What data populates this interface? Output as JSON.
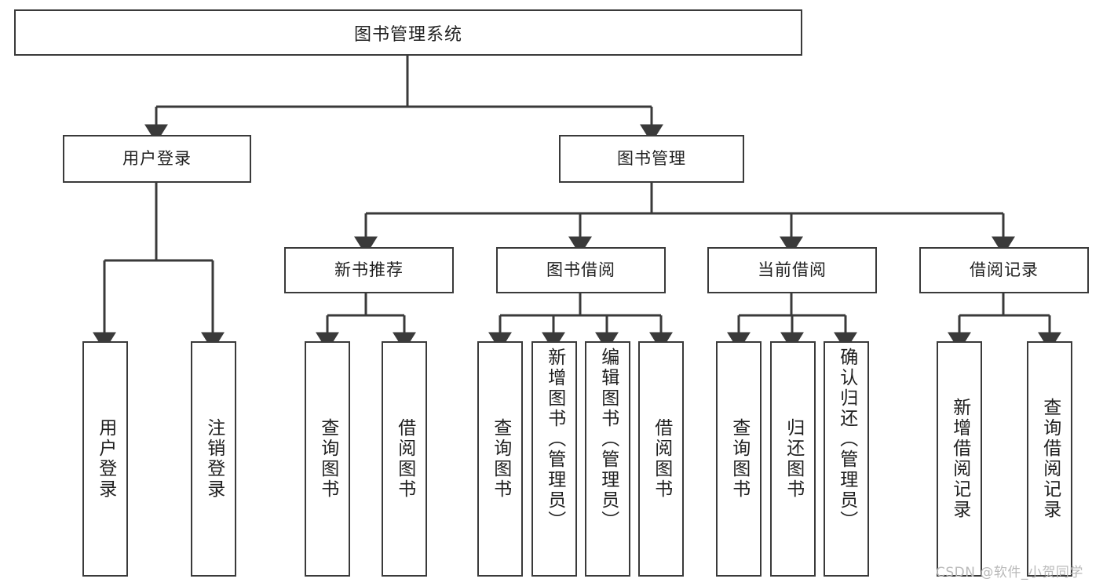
{
  "diagram": {
    "title": "图书管理系统",
    "type": "tree",
    "watermark": "CSDN @软件_小贺同学",
    "colors": {
      "stroke": "#3a3a3a",
      "fill": "#ffffff",
      "text": "#1f1f1f",
      "watermark": "#b9b9b9"
    },
    "levels": {
      "root": "图书管理系统",
      "level2": [
        "用户登录",
        "图书管理"
      ],
      "level3": [
        "新书推荐",
        "图书借阅",
        "当前借阅",
        "借阅记录"
      ]
    },
    "nodes": {
      "root": {
        "label": "图书管理系统"
      },
      "user_login": {
        "label": "用户登录"
      },
      "book_manage": {
        "label": "图书管理"
      },
      "new_book_rec": {
        "label": "新书推荐"
      },
      "book_borrow": {
        "label": "图书借阅"
      },
      "current_borrow": {
        "label": "当前借阅"
      },
      "borrow_record": {
        "label": "借阅记录"
      },
      "leaf_user_login": {
        "label": "用户登录"
      },
      "leaf_logout": {
        "label": "注销登录"
      },
      "leaf_query_book_1": {
        "label": "查询图书"
      },
      "leaf_borrow_book_1": {
        "label": "借阅图书"
      },
      "leaf_query_book_2": {
        "label": "查询图书"
      },
      "leaf_add_book": {
        "label": "新增图书（管理员）"
      },
      "leaf_edit_book": {
        "label": "编辑图书（管理员）"
      },
      "leaf_borrow_book_2": {
        "label": "借阅图书"
      },
      "leaf_query_book_3": {
        "label": "查询图书"
      },
      "leaf_return_book": {
        "label": "归还图书"
      },
      "leaf_confirm_return": {
        "label": "确认归还（管理员）"
      },
      "leaf_add_record": {
        "label": "新增借阅记录"
      },
      "leaf_query_record": {
        "label": "查询借阅记录"
      }
    }
  }
}
